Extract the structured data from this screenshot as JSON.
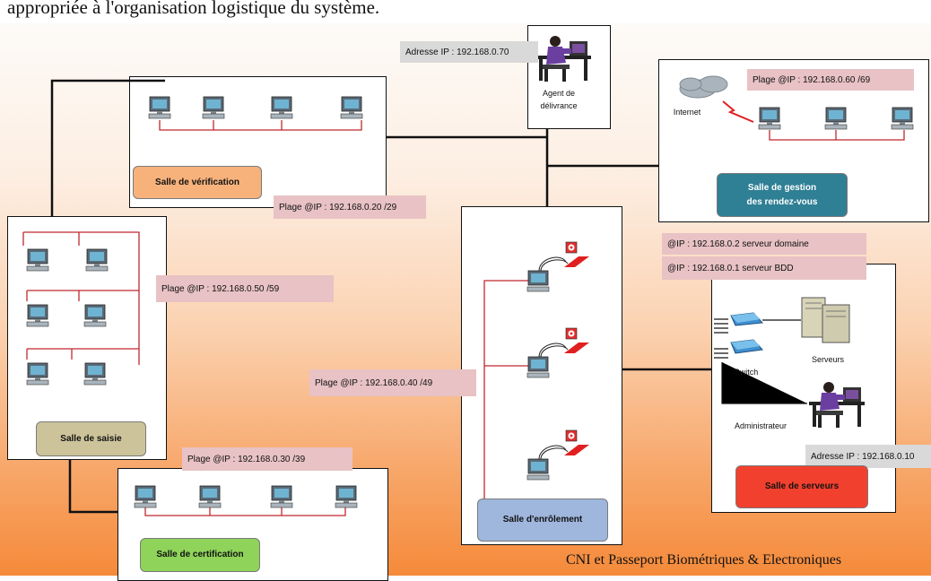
{
  "caption": "appropriée à l'organisation logistique du système.",
  "footer": "CNI et Passeport Biométriques & Electroniques",
  "agent": {
    "ip": "Adresse IP : 192.168.0.70",
    "label_line1": "Agent de",
    "label_line2": "délivrance"
  },
  "verification": {
    "name": "Salle de vérification",
    "range": "Plage @IP : 192.168.0.20 /29"
  },
  "saisie": {
    "name": "Salle de saisie",
    "range": "Plage @IP : 192.168.0.50 /59"
  },
  "certification": {
    "name": "Salle de certification",
    "range": "Plage @IP : 192.168.0.30 /39"
  },
  "enrolement": {
    "name": "Salle d'enrôlement",
    "range": "Plage @IP : 192.168.0.40 /49"
  },
  "rendezvous": {
    "name_line1": "Salle de gestion",
    "name_line2": "des rendez-vous",
    "range": "Plage @IP : 192.168.0.60 /69",
    "internet": "Internet"
  },
  "servers": {
    "name": "Salle de serveurs",
    "ip_domain": "@IP : 192.168.0.2  serveur domaine",
    "ip_bdd": "@IP : 192.168.0.1  serveur BDD",
    "switch": "Switch",
    "serveurs": "Serveurs",
    "admin": "Administrateur",
    "admin_ip": "Adresse IP : 192.168.0.10"
  },
  "colors": {
    "wire": "#c0282e",
    "verification": "#f7b27c",
    "saisie": "#ccc39a",
    "certification": "#8fd35a",
    "enrolement": "#9fb6dd",
    "rendezvous": "#2f7f95",
    "servers": "#f2402e",
    "ip_pink": "#e8c2c4",
    "ip_grey": "#d9d9d9"
  }
}
